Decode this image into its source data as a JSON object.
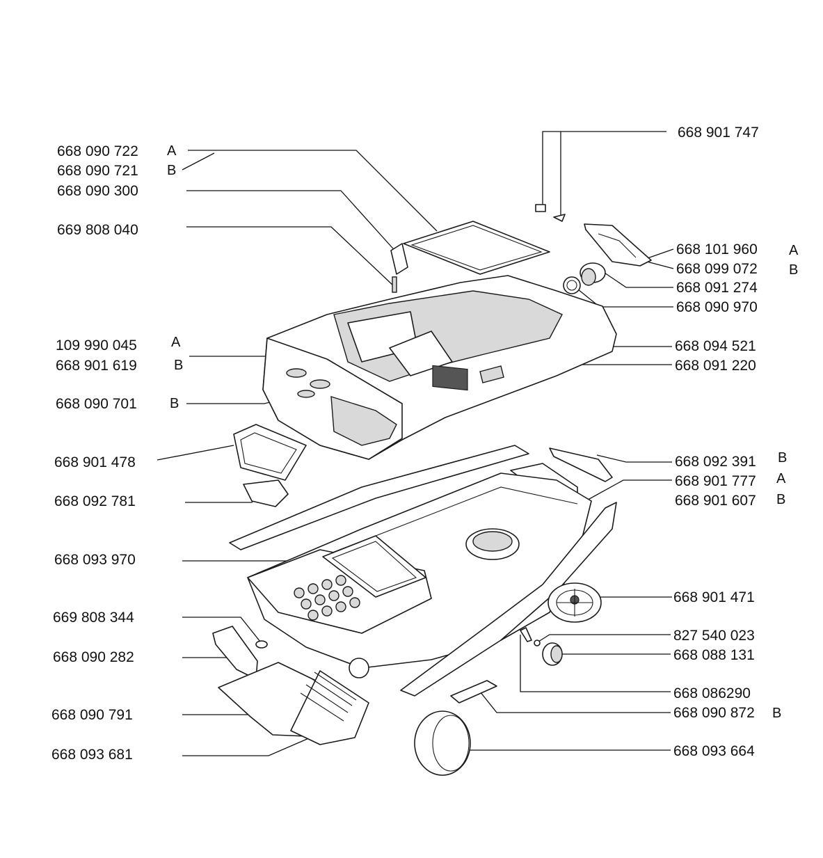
{
  "labels_left": [
    {
      "id": "l1",
      "number": "668 090 722",
      "variant": "A"
    },
    {
      "id": "l2",
      "number": "668 090 721",
      "variant": "B"
    },
    {
      "id": "l3",
      "number": "668 090 300",
      "variant": ""
    },
    {
      "id": "l4",
      "number": "669 808 040",
      "variant": ""
    },
    {
      "id": "l5",
      "number": "109 990 045",
      "variant": "A"
    },
    {
      "id": "l6",
      "number": "668 901 619",
      "variant": "B"
    },
    {
      "id": "l7",
      "number": "668 090 701",
      "variant": "B"
    },
    {
      "id": "l8",
      "number": "668 901 478",
      "variant": ""
    },
    {
      "id": "l9",
      "number": "668 092 781",
      "variant": ""
    },
    {
      "id": "l10",
      "number": "668 093 970",
      "variant": ""
    },
    {
      "id": "l11",
      "number": "669 808 344",
      "variant": ""
    },
    {
      "id": "l12",
      "number": "668 090 282",
      "variant": ""
    },
    {
      "id": "l13",
      "number": "668 090 791",
      "variant": ""
    },
    {
      "id": "l14",
      "number": "668 093 681",
      "variant": ""
    }
  ],
  "labels_right": [
    {
      "id": "r1",
      "number": "668 901 747",
      "variant": ""
    },
    {
      "id": "r2",
      "number": "668 101 960",
      "variant": "A"
    },
    {
      "id": "r3",
      "number": "668 099 072",
      "variant": "B"
    },
    {
      "id": "r4",
      "number": "668 091 274",
      "variant": ""
    },
    {
      "id": "r5",
      "number": "668 090 970",
      "variant": ""
    },
    {
      "id": "r6",
      "number": "668 094 521",
      "variant": ""
    },
    {
      "id": "r7",
      "number": "668 091 220",
      "variant": ""
    },
    {
      "id": "r8",
      "number": "668 092 391",
      "variant": "B"
    },
    {
      "id": "r9",
      "number": "668 901 777",
      "variant": "A"
    },
    {
      "id": "r10",
      "number": "668 901 607",
      "variant": "B"
    },
    {
      "id": "r11",
      "number": "668 901 471",
      "variant": ""
    },
    {
      "id": "r12",
      "number": "827 540 023",
      "variant": ""
    },
    {
      "id": "r13",
      "number": "668 088 131",
      "variant": ""
    },
    {
      "id": "r14",
      "number": "668 086290",
      "variant": ""
    },
    {
      "id": "r15",
      "number": "668 090 872",
      "variant": "B"
    },
    {
      "id": "r16",
      "number": "668 093 664",
      "variant": ""
    }
  ]
}
